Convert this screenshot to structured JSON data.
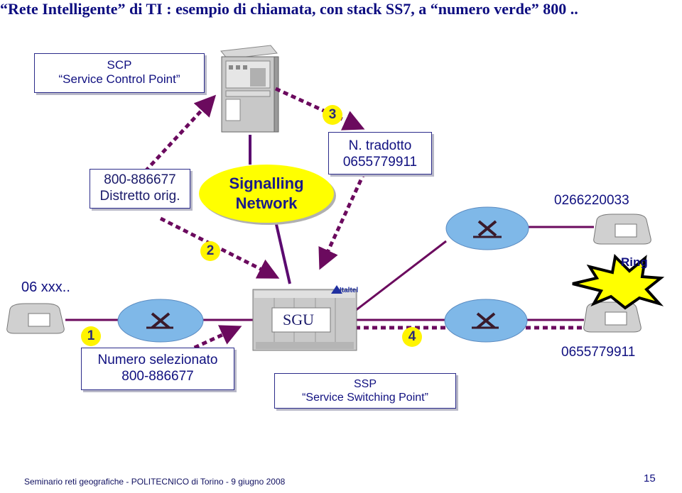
{
  "title": "“Rete Intelligente” di TI : esempio di chiamata, con stack SS7, a “numero verde” 800 ..",
  "scp_box": {
    "line1": "SCP",
    "line2": "“Service Control Point”"
  },
  "dialed_box": {
    "line1": "800-886677",
    "line2": "Distretto orig."
  },
  "signalling": {
    "line1": "Signalling",
    "line2": "Network"
  },
  "translated_box": {
    "line1": "N. tradotto",
    "line2": "0655779911"
  },
  "numero_selezionato": {
    "line1": "Numero selezionato",
    "line2": "800-886677"
  },
  "ssp_box": {
    "line1": "SSP",
    "line2": "“Service Switching Point”"
  },
  "sgu_label": "SGU",
  "italtel_label": "Italtel",
  "caller_number": "06 xxx..",
  "dest_top_number": "0266220033",
  "dest_bottom_number": "0655779911",
  "ring_label": "Ring",
  "steps": [
    "1",
    "2",
    "3",
    "4"
  ],
  "footer": {
    "left": "Seminario reti  geografiche -  POLITECNICO di Torino - 9 giugno 2008",
    "page": "15"
  },
  "colors": {
    "title": "#0d0d80",
    "line": "#6b0a5e",
    "switch": "#7fb8e8",
    "signalling": "#ffff00",
    "badge": "#fff400"
  },
  "icons": [
    "server-icon",
    "switch-icon",
    "phone-icon",
    "starburst-icon",
    "exchange-icon"
  ]
}
